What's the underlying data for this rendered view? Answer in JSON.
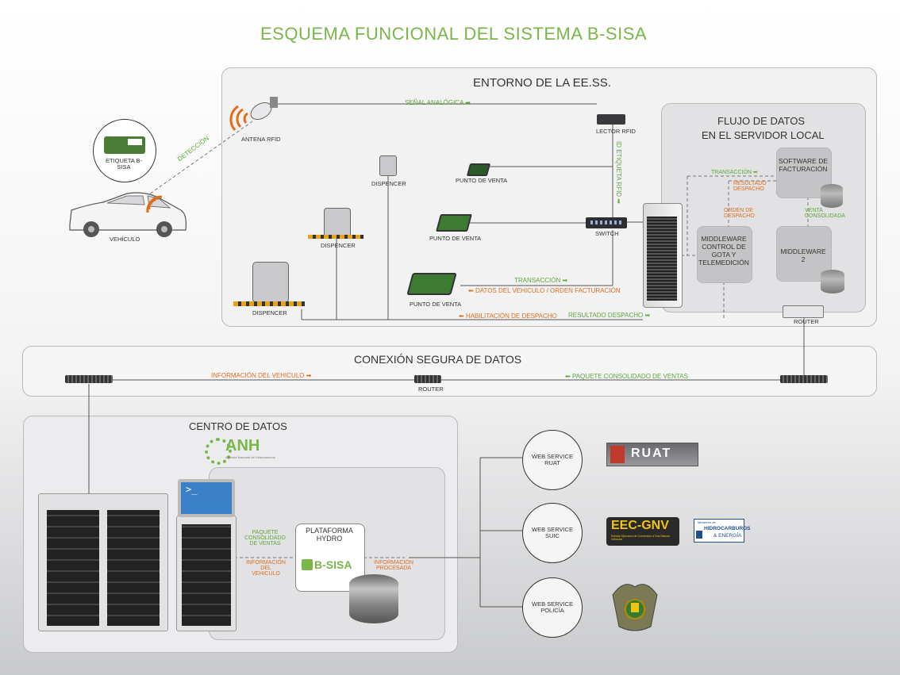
{
  "title": "ESQUEMA FUNCIONAL DEL SISTEMA B-SISA",
  "entorno": {
    "heading": "ENTORNO DE LA EE.SS.",
    "etiqueta": "ETIQUETA B-SISA",
    "vehiculo": "VEHÍCULO",
    "deteccion": "DETECCIÓN",
    "antena": "ANTENA RFID",
    "senal": "SEÑAL ANALÓGICA",
    "lector": "LECTOR RFID",
    "id_etiqueta": "ID ETIQUETA RFID",
    "switch": "SWITCH",
    "dispencer1": "DISPENCER",
    "dispencer2": "DISPENCER",
    "dispencer3": "DISPENCER",
    "punto1": "PUNTO DE VENTA",
    "punto2": "PUNTO DE VENTA",
    "punto3": "PUNTO DE VENTA",
    "transaccion": "TRANSACCIÓN",
    "datos_vehiculo": "DATOS DEL VEHICULO / ORDEN FACTURACIÓN",
    "habilitacion": "HABILITACIÓN DE DESPACHO",
    "resultado": "RESULTADO DESPACHO",
    "router": "ROUTER"
  },
  "flujo": {
    "heading_1": "FLUJO DE DATOS",
    "heading_2": "EN EL SERVIDOR LOCAL",
    "software": "SOFTWARE DE FACTURACIÓN",
    "middleware1": "MIDDLEWARE CONTROL DE GOTA Y TELEMEDICIÓN",
    "middleware2": "MIDDLEWARE 2",
    "transaccion": "TRANSACCIÓN",
    "resultado_despacho": "RESULTADO DESPACHO",
    "orden_despacho": "ORDEN DE DESPACHO",
    "venta_consolidada": "VENTA CONSOLIDADA"
  },
  "conexion": {
    "heading": "CONEXIÓN SEGURA DE DATOS",
    "info_vehiculo": "INFORMACIÓN DEL VEHICULO",
    "paquete": "PAQUETE CONSOLIDADO DE VENTAS",
    "router": "ROUTER"
  },
  "centro": {
    "heading": "CENTRO DE DATOS",
    "anh": "ANH",
    "anh_sub": "Agencia Nacional de Hidrocarburos",
    "plataforma": "PLATAFORMA HYDRO",
    "bsisa": "B-SISA",
    "paquete": "PAQUETE CONSOLIDADO DE VENTAS",
    "info_vehiculo": "INFORMACIÓN DEL VEHICULO",
    "info_procesada": "INFORMACIÓN PROCESADA"
  },
  "services": {
    "ruat_ws": "WEB SERVICE RUAT",
    "ruat_logo": "RUAT",
    "suic_ws": "WEB SERVICE SUIC",
    "eec_logo": "EEC-GNV",
    "eec_sub": "Entidad Ejecutora de Conversión a Gas Natural Vehicular",
    "min_1": "Ministerio de",
    "min_2": "HIDROCARBUROS",
    "min_3": "& ENERGÍA",
    "policia_ws": "WEB SERVICE POLICÍA"
  },
  "colors": {
    "green": "#7ab648",
    "orange": "#e06d1a",
    "panel": "#e4e4e6"
  }
}
